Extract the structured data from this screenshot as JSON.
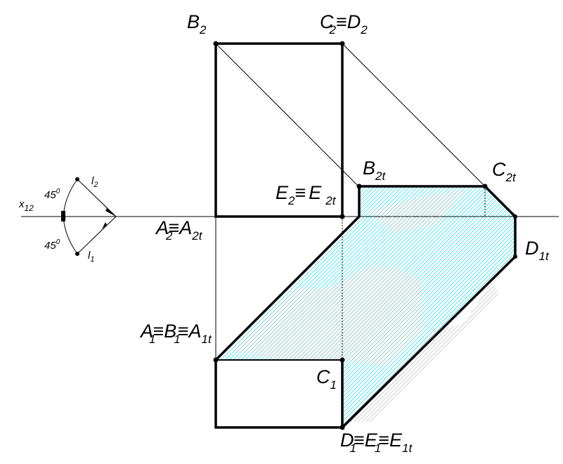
{
  "axis_label": [
    "x",
    "12"
  ],
  "angle_top": [
    "45",
    "0"
  ],
  "angle_bottom": [
    "45",
    "0"
  ],
  "line_l2": [
    "l",
    "2"
  ],
  "line_l1": [
    "l",
    "1"
  ],
  "labels": {
    "b2": [
      "B",
      "2"
    ],
    "c2d2": [
      "C",
      "2",
      "≡",
      "D",
      "2"
    ],
    "b2t": [
      "B",
      "2t"
    ],
    "c2t": [
      "C",
      "2t"
    ],
    "e2e2t": [
      "E",
      "2",
      "≡",
      "E",
      "2t"
    ],
    "a2a2t": [
      "A",
      "2",
      "≡",
      "A",
      "2t"
    ],
    "d1t": [
      "D",
      "1t"
    ],
    "a1b1a1t": [
      "A",
      "1",
      "≡",
      "B",
      "1",
      "≡",
      "A",
      "1t"
    ],
    "c1": [
      "C",
      "1"
    ],
    "d1e1e1t": [
      "D",
      "1",
      "≡",
      "E",
      "1",
      "≡",
      "E",
      "1t"
    ]
  },
  "colors": {
    "hatch": "#00d8e8",
    "hatch_gray": "#b8b8b8",
    "line": "#000000"
  }
}
